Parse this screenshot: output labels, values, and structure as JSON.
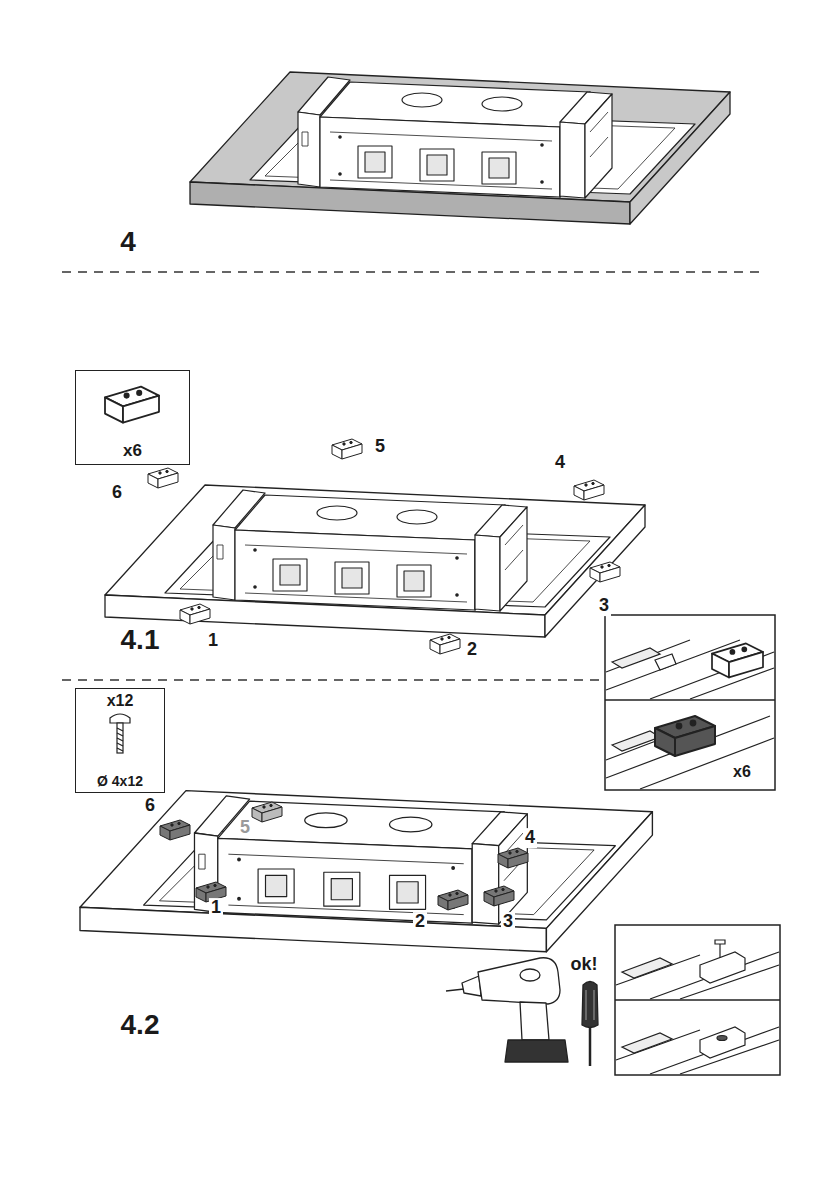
{
  "diagram": {
    "nodes": [
      {
        "text": [
          "x6"
        ]
      },
      {
        "text": [
          "x12",
          "Ø 4x12"
        ]
      }
    ],
    "labels": [
      "4",
      "6",
      "5",
      "4",
      "3",
      "1",
      "2",
      "4.1",
      "x6",
      "6",
      "5",
      "4",
      "1",
      "2",
      "3",
      "4.2",
      "ok!"
    ]
  }
}
